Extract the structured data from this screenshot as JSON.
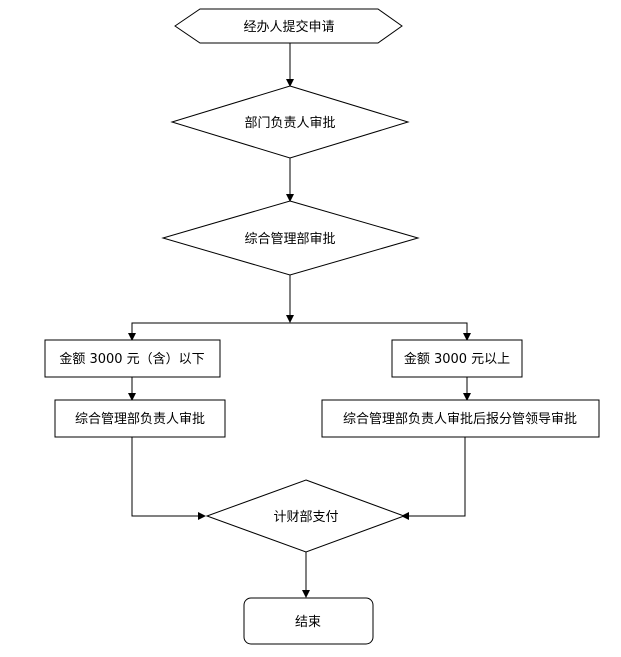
{
  "steps": {
    "start": "经办人提交申请",
    "dept_head_approval": "部门负责人审批",
    "admin_dept_approval": "综合管理部审批",
    "condition_low": "金额 3000 元（含）以下",
    "condition_high": "金额 3000 元以上",
    "admin_head_approval": "综合管理部负责人审批",
    "admin_head_then_leader_approval": "综合管理部负责人审批后报分管领导审批",
    "finance_payment": "计财部支付",
    "end": "结束"
  },
  "colors": {
    "stroke": "#000000",
    "fill": "#ffffff",
    "text": "#000000"
  }
}
